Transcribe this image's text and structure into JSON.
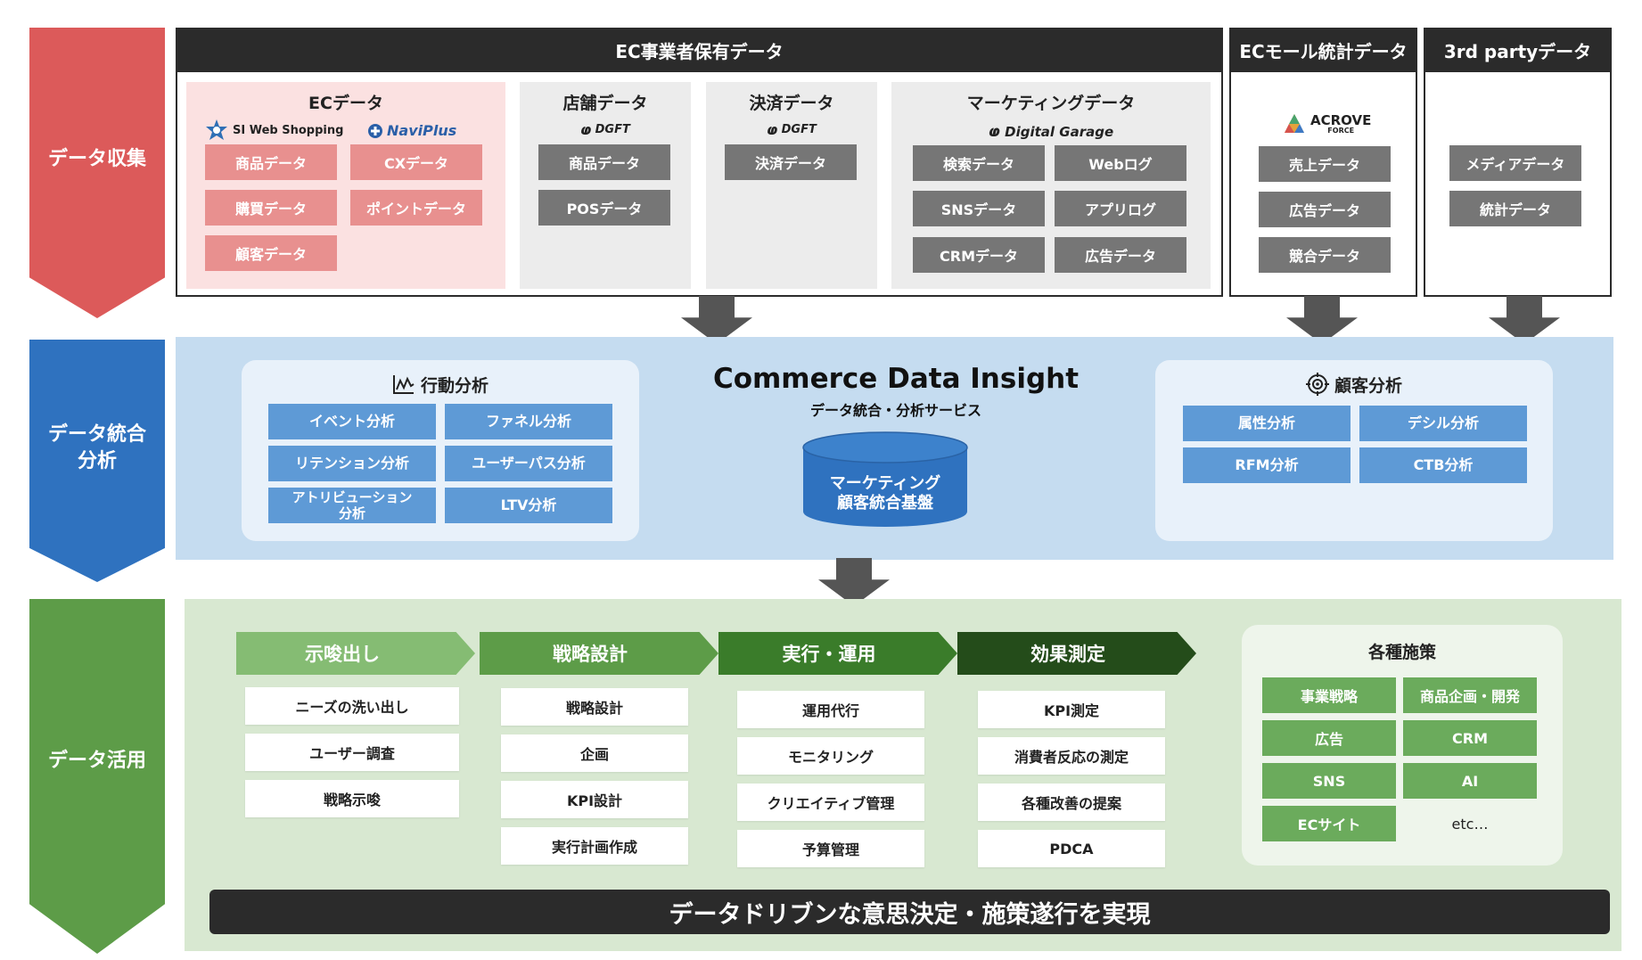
{
  "stages": {
    "collect": "データ収集",
    "integrate": "データ統合\n分析",
    "utilize": "データ活用"
  },
  "collect": {
    "header_main": "EC事業者保有データ",
    "header_mall": "ECモール統計データ",
    "header_3rd": "3rd partyデータ",
    "ec": {
      "title": "ECデータ",
      "logo1": "SI Web Shopping",
      "logo2": "NaviPlus",
      "items": [
        "商品データ",
        "CXデータ",
        "購買データ",
        "ポイントデータ",
        "顧客データ"
      ]
    },
    "store": {
      "title": "店舗データ",
      "logo": "DGFT",
      "items": [
        "商品データ",
        "POSデータ"
      ]
    },
    "payment": {
      "title": "決済データ",
      "logo": "DGFT",
      "items": [
        "決済データ"
      ]
    },
    "marketing": {
      "title": "マーケティングデータ",
      "logo": "Digital Garage",
      "items": [
        "検索データ",
        "Webログ",
        "SNSデータ",
        "アプリログ",
        "CRMデータ",
        "広告データ"
      ]
    },
    "mall": {
      "logo": "ACROVE",
      "logo_sub": "FORCE",
      "items": [
        "売上データ",
        "広告データ",
        "競合データ"
      ]
    },
    "third": {
      "items": [
        "メディアデータ",
        "統計データ"
      ]
    }
  },
  "integrate": {
    "product_title": "Commerce Data Insight",
    "product_subtitle": "データ統合・分析サービス",
    "db_label": "マーケティング\n顧客統合基盤",
    "behavior": {
      "title": "行動分析",
      "items": [
        "イベント分析",
        "ファネル分析",
        "リテンション分析",
        "ユーザーパス分析",
        "アトリビューション\n分析",
        "LTV分析"
      ]
    },
    "customer": {
      "title": "顧客分析",
      "items": [
        "属性分析",
        "デシル分析",
        "RFM分析",
        "CTB分析"
      ]
    }
  },
  "utilize": {
    "steps": [
      {
        "label": "示唆出し",
        "items": [
          "ニーズの洗い出し",
          "ユーザー調査",
          "戦略示唆"
        ]
      },
      {
        "label": "戦略設計",
        "items": [
          "戦略設計",
          "企画",
          "KPI設計",
          "実行計画作成"
        ]
      },
      {
        "label": "実行・運用",
        "items": [
          "運用代行",
          "モニタリング",
          "クリエイティブ管理",
          "予算管理"
        ]
      },
      {
        "label": "効果測定",
        "items": [
          "KPI測定",
          "消費者反応の測定",
          "各種改善の提案",
          "PDCA"
        ]
      }
    ],
    "measures": {
      "title": "各種施策",
      "items": [
        "事業戦略",
        "商品企画・開発",
        "広告",
        "CRM",
        "SNS",
        "AI",
        "ECサイト"
      ],
      "etc": "etc…"
    },
    "banner": "データドリブンな意思決定・施策遂行を実現"
  },
  "colors": {
    "collect_red": "#dc5a5a",
    "integrate_blue": "#2f72bf",
    "utilize_green": "#5d9c48",
    "dark": "#2b2b2b"
  }
}
